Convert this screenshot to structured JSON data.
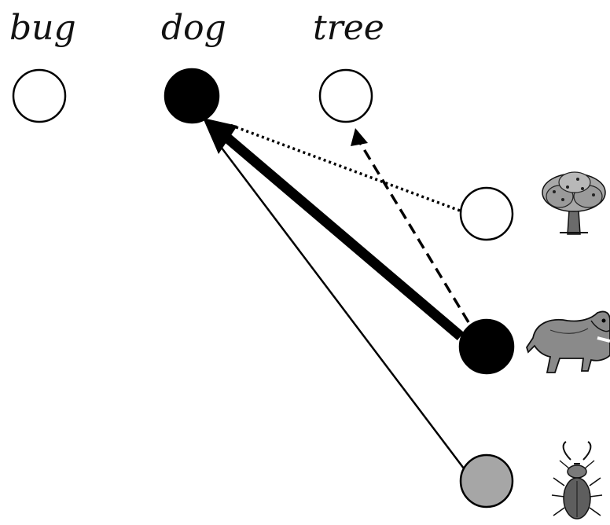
{
  "word_labels": [
    "bug",
    "dog",
    "tree"
  ],
  "word_nodes": [
    {
      "word": "bug",
      "state": "inactive"
    },
    {
      "word": "dog",
      "state": "active"
    },
    {
      "word": "tree",
      "state": "inactive"
    }
  ],
  "object_nodes": [
    {
      "object": "tree",
      "state": "inactive",
      "icon": "tree-icon"
    },
    {
      "object": "dog",
      "state": "active",
      "icon": "dog-icon"
    },
    {
      "object": "bug",
      "state": "partial",
      "icon": "beetle-icon"
    }
  ],
  "connections": [
    {
      "from": "tree",
      "to": "dog",
      "style": "dotted"
    },
    {
      "from": "dog",
      "to": "tree",
      "style": "dashed"
    },
    {
      "from": "dog",
      "to": "dog",
      "style": "thick"
    },
    {
      "from": "bug",
      "to": "dog",
      "style": "thin"
    }
  ],
  "colors": {
    "active_fill": "#000000",
    "inactive_fill": "#ffffff",
    "partial_fill": "#a6a6a6",
    "stroke": "#000000"
  }
}
